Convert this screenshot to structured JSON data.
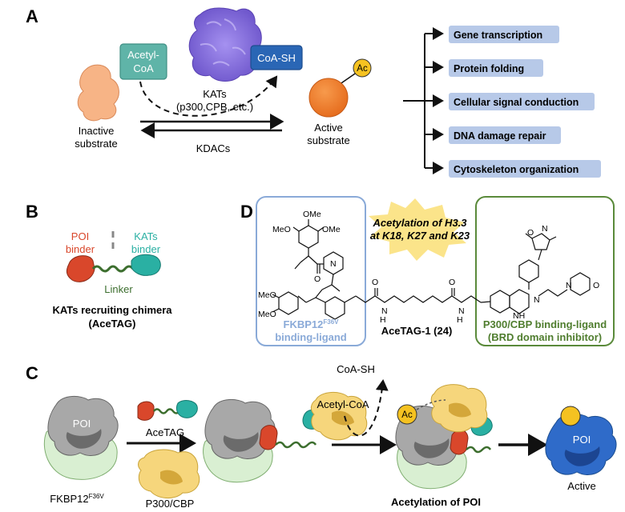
{
  "panels": {
    "a": "A",
    "b": "B",
    "c": "C",
    "d": "D"
  },
  "panel_a": {
    "acetyl_coa_line1": "Acetyl-",
    "acetyl_coa_line2": "CoA",
    "coa_sh": "CoA-SH",
    "kats_line1": "KATs",
    "kats_line2": "(p300,CPB, etc.)",
    "kdacs": "KDACs",
    "inactive_line1": "Inactive",
    "inactive_line2": "substrate",
    "active_line1": "Active",
    "active_line2": "substrate",
    "ac": "Ac",
    "outcomes": [
      "Gene transcription",
      "Protein  folding",
      "Cellular signal conduction",
      "DNA damage repair",
      "Cytoskeleton organization"
    ]
  },
  "panel_b": {
    "poi_line1": "POI",
    "poi_line2": "binder",
    "kats_line1": "KATs",
    "kats_line2": "binder",
    "linker": "Linker",
    "caption_line1": "KATs recruiting chimera",
    "caption_line2": "(AceTAG)"
  },
  "panel_d": {
    "burst_line1": "Acetylation of H3.3",
    "burst_line2": "at K18, K27 and K23",
    "fkbp_line1": "FKBP12",
    "fkbp_sup": "F36V",
    "fkbp_line2": "binding-ligand",
    "compound": "AceTAG-1 (24)",
    "p300_line1": "P300/CBP binding-ligand",
    "p300_line2": "(BRD domain inhibitor)",
    "ome1": "OMe",
    "ome2": "MeO",
    "ome3": "OMe",
    "ome4": "MeO",
    "ome5": "MeO",
    "atoms": {
      "n": "N",
      "o": "O",
      "h": "H",
      "nh": "NH",
      "hn": "H",
      "nn": "N"
    }
  },
  "panel_c": {
    "poi": "POI",
    "acetag": "AceTAG",
    "fkbp": "FKBP12",
    "fkbp_sup": "F36V",
    "p300": "P300/CBP",
    "coa_sh": "CoA-SH",
    "acetyl_coa": "Acetyl-CoA",
    "ac": "Ac",
    "caption": "Acetylation of POI",
    "poi_active": "POI",
    "active": "Active"
  },
  "colors": {
    "acetyl_box": "#5fb4a8",
    "coash_box": "#2a66b5",
    "outcome_box": "#b7c9e8",
    "fkbp_border": "#8aaad8",
    "fkbp_text": "#8aaad8",
    "p300_border": "#5a8a3a",
    "p300_text": "#4f7d2e",
    "poi_red": "#d9472b",
    "kats_teal": "#2ab0a3",
    "linker_green": "#3c6e2e",
    "active_orange": "#f07f2a",
    "ac_yellow": "#f5c221",
    "inactive_peach": "#f7b486",
    "kats_purple": "#8a72e0"
  }
}
